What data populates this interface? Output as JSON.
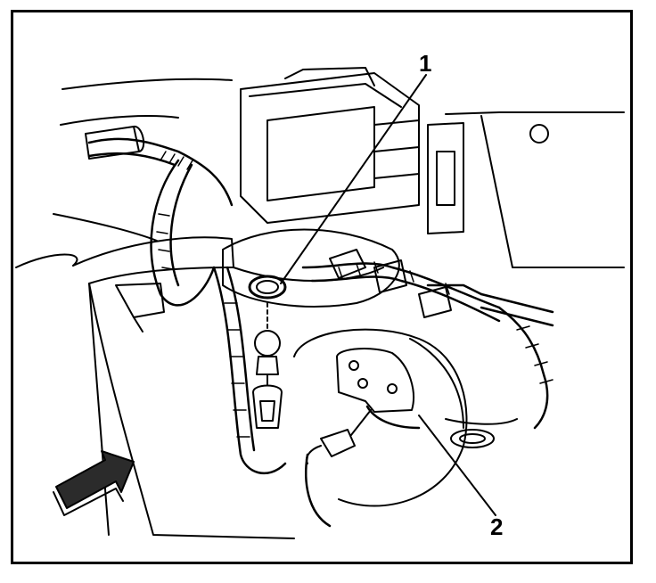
{
  "figure": {
    "callouts": [
      {
        "id": "1",
        "label": "1",
        "target": "grommet"
      },
      {
        "id": "2",
        "label": "2",
        "target": "sensor-connector"
      }
    ]
  },
  "colors": {
    "ink": "#000000",
    "paper": "#ffffff",
    "arrow_fill": "#2b2b2b"
  },
  "icons": {
    "view_arrow": "view-direction-arrow-icon"
  }
}
